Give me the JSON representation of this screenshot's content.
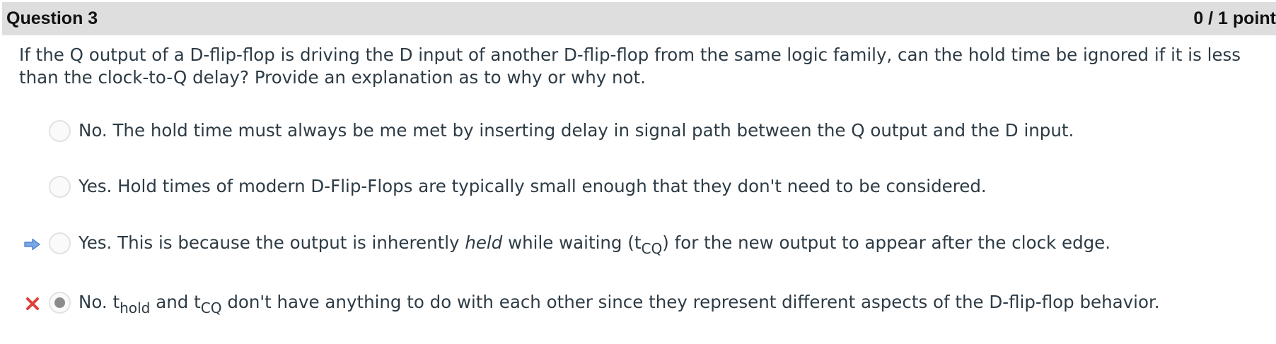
{
  "question": {
    "title": "Question 3",
    "points": "0 / 1 point",
    "text": "If the Q output of a D-flip-flop is driving the D input of another D-flip-flop from the same logic family, can the hold time be ignored if it is less than the clock-to-Q delay?  Provide an explanation as to why or why not."
  },
  "answers": [
    {
      "text": "No.  The hold time must always be me met by inserting delay in signal path between the Q output and the D input."
    },
    {
      "text": "Yes.  Hold times of modern D-Flip-Flops are typically small enough that they don't need to be considered."
    },
    {
      "text_a": "Yes.  This is because the output is inherently ",
      "emphasis": "held",
      "text_b": " while waiting (t",
      "sub_cq": "CQ",
      "text_c": ") for the new output to appear after the clock edge.",
      "marker": "arrow-icon",
      "marker_color": "#5b8fd9"
    },
    {
      "text_a": "No.  t",
      "sub_hold": "hold",
      "text_b": " and t",
      "sub_cq": "CQ",
      "text_c": " don't have anything to do with each other since they represent different aspects of the D-flip-flop behavior.",
      "marker": "cross-icon",
      "marker_color": "#e0403a",
      "selected": true
    }
  ]
}
